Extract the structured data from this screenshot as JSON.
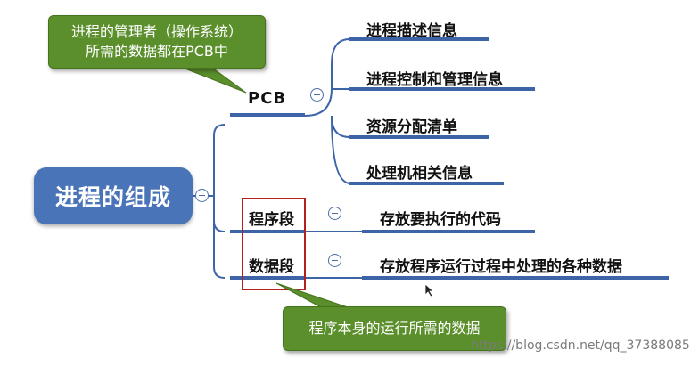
{
  "root": {
    "title": "进程的组成"
  },
  "branches": [
    {
      "label": "PCB",
      "children": [
        "进程描述信息",
        "进程控制和管理信息",
        "资源分配清单",
        "处理机相关信息"
      ]
    },
    {
      "label": "程序段",
      "children": [
        "存放要执行的代码"
      ]
    },
    {
      "label": "数据段",
      "children": [
        "存放程序运行过程中处理的各种数据"
      ]
    }
  ],
  "callouts": {
    "top_line1": "进程的管理者（操作系统）",
    "top_line2": "所需的数据都在PCB中",
    "bottom": "程序本身的运行所需的数据"
  },
  "watermark": "https://blog.csdn.net/qq_37388085",
  "colors": {
    "root_fill": "#4a74b8",
    "line": "#3e64a8",
    "callout_fill": "#5b8f2c",
    "highlight_border": "#b22020"
  }
}
